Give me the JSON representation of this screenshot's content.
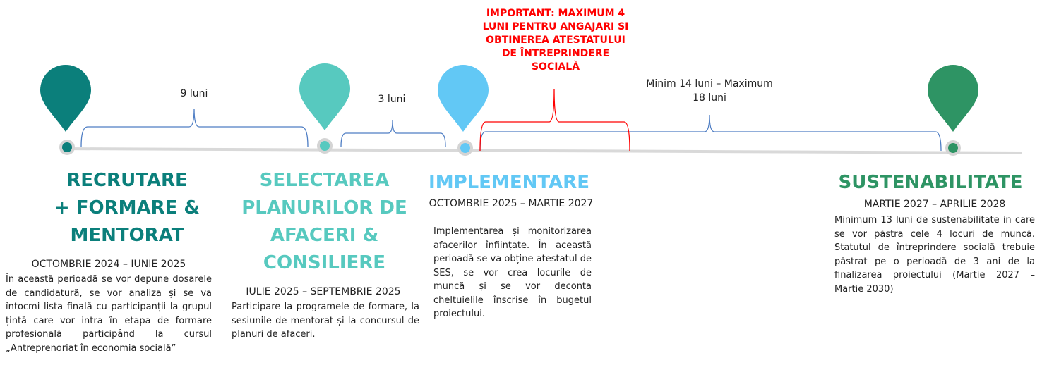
{
  "important_note": [
    "IMPORTANT: MAXIMUM 4",
    "LUNI PENTRU ANGAJARI SI",
    "OBTINEREA ATESTATULUI",
    "DE ÎNTREPRINDERE",
    "SOCIALĂ"
  ],
  "durations": {
    "d1": "9 luni",
    "d2": "3 luni",
    "d3_line1": "Minim 14 luni – Maximum",
    "d3_line2": "18 luni"
  },
  "phases": [
    {
      "title": [
        "RECRUTARE",
        "+ FORMARE &",
        "MENTORAT"
      ],
      "color": "#0b7f7b",
      "dates": "OCTOMBRIE 2024 – IUNIE 2025",
      "description": "În această perioadă se vor depune dosarele de candidatură, se vor analiza și se va întocmi lista finală cu participanții la grupul țintă care vor intra în etapa de formare profesională participând la cursul „Antreprenoriat în economia socială”"
    },
    {
      "title": [
        "SELECTAREA",
        "PLANURILOR DE",
        "AFACERI &",
        "CONSILIERE"
      ],
      "color": "#57c9bf",
      "dates": "IULIE 2025 – SEPTEMBRIE 2025",
      "description": "Participare la programele de formare, la sesiunile de mentorat și la concursul de planuri de afaceri."
    },
    {
      "title": [
        "IMPLEMENTARE"
      ],
      "color": "#62c8f5",
      "dates": "OCTOMBRIE 2025 – MARTIE 2027",
      "description": "Implementarea și monitorizarea afacerilor înființate. În această perioadă se va obține atestatul de SES, se vor crea locurile de muncă și se vor deconta cheltuielile înscrise în bugetul proiectului."
    },
    {
      "title": [
        "SUSTENABILITATE"
      ],
      "color": "#2e9464",
      "dates": "MARTIE 2027 – APRILIE 2028",
      "description": "Minimum 13 luni de sustenabilitate in care se vor păstra cele 4 locuri de muncă. Statutul de întreprindere socială trebuie păstrat pe o perioadă de 3 ani de la finalizarea proiectului (Martie 2027 – Martie 2030)"
    }
  ],
  "colors": {
    "timeline": "#d9d9d9",
    "brace_blue": "#4f7ec4",
    "brace_red": "#ff0000"
  }
}
